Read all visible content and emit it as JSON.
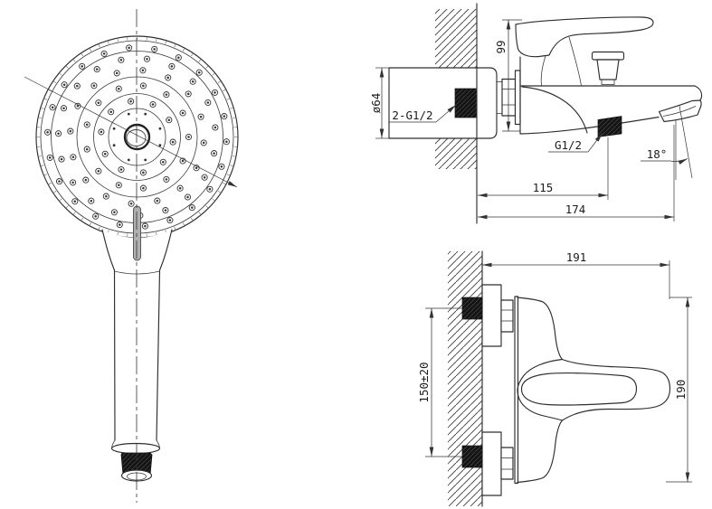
{
  "labels": {
    "side": {
      "height": "99",
      "diameter": "ø64",
      "wall_thread": "2-G1/2",
      "spout_thread": "G1/2",
      "angle": "18°",
      "outlet_offset": "115",
      "length": "174"
    },
    "front": {
      "width": "191",
      "height": "190",
      "inlet_spacing": "150±20"
    }
  },
  "colors": {
    "line": "#2e2e2e",
    "background": "#ffffff",
    "slot_gray": "#b0b0b0",
    "thread_dark": "#141414"
  }
}
